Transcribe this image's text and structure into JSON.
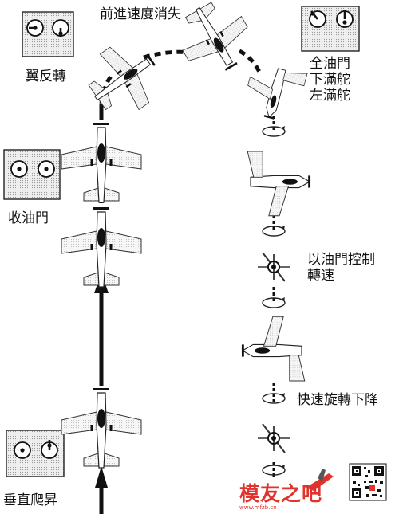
{
  "labels": {
    "wing_reversal": "翼反轉",
    "forward_speed_lost": "前進速度消失",
    "full_throttle": "全油門",
    "full_down_elevator": "下滿舵",
    "full_left_rudder": "左滿舵",
    "close_throttle": "收油門",
    "throttle_control_line1": "以油門控制",
    "throttle_control_line2": "轉速",
    "fast_spin_descent": "快速旋轉下降",
    "vertical_climb": "垂直爬昇"
  },
  "watermark": {
    "text": "模友之吧",
    "url": "www.mfzb.cn"
  },
  "colors": {
    "ink": "#111111",
    "panel_fill": "#dcdcdc",
    "plane_fill": "#f4f4f4",
    "watermark": "#e0332e"
  }
}
